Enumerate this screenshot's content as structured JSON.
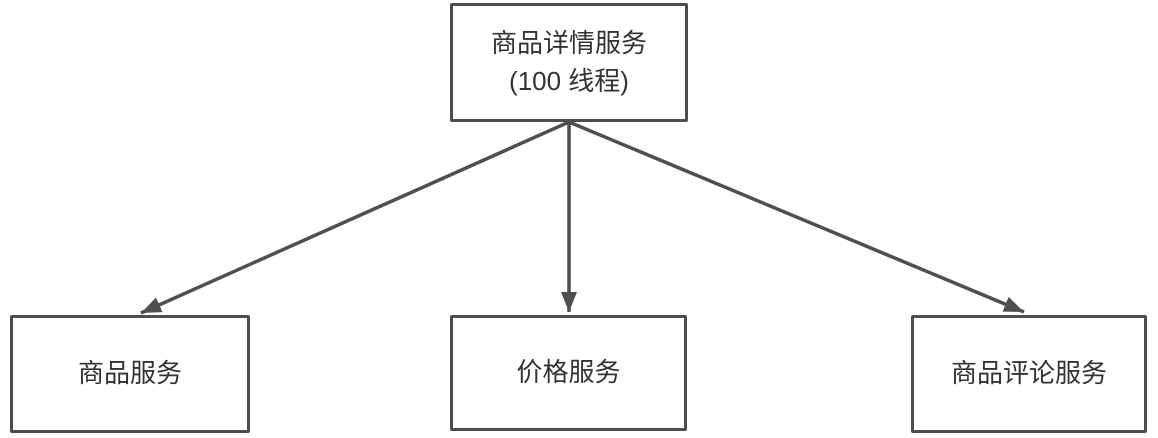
{
  "diagram": {
    "title": "service-fanout-diagram",
    "root": {
      "line1": "商品详情服务",
      "line2": "(100 线程)"
    },
    "children": [
      {
        "label": "商品服务"
      },
      {
        "label": "价格服务"
      },
      {
        "label": "商品评论服务"
      }
    ],
    "colors": {
      "stroke": "#4f4f4f",
      "border": "#4d4d4d",
      "text": "#333333",
      "background": "#ffffff"
    }
  }
}
